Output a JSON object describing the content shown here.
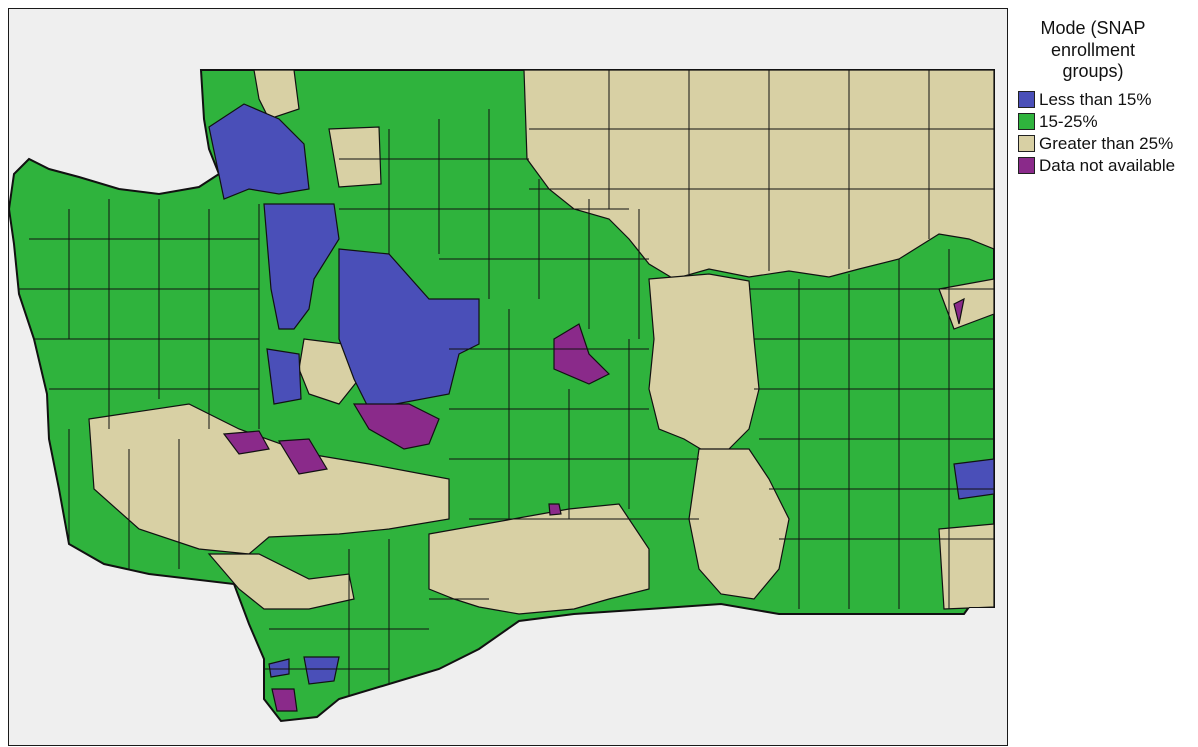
{
  "legend": {
    "title": "Mode (SNAP enrollment groups)",
    "items": [
      {
        "label": "Less than 15%",
        "color": "#4a4fb8"
      },
      {
        "label": "15-25%",
        "color": "#2fb33d"
      },
      {
        "label": "Greater than 25%",
        "color": "#d8d0a4"
      },
      {
        "label": "Data not available",
        "color": "#8a2a8a"
      }
    ]
  },
  "colors": {
    "background": "#efefef",
    "border": "#111111"
  }
}
